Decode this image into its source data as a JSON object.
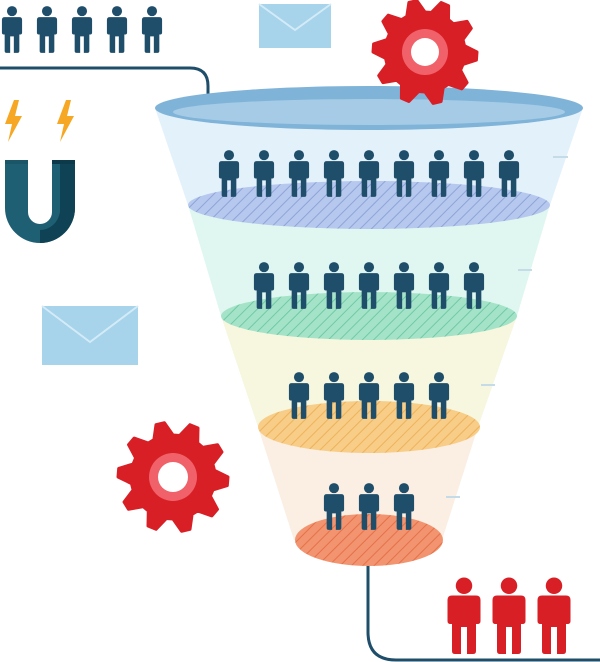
{
  "colors": {
    "background": "#ffffff",
    "person_dark": "#1f4e6b",
    "person_red": "#d81f26",
    "gear_red": "#d81f26",
    "gear_inner": "#f0616a",
    "magnet": "#1f5f74",
    "magnet_shade": "#0f4254",
    "lightning": "#f6a723",
    "envelope": "#a7d3eb",
    "envelope_line": "#d2ebf7",
    "line": "#1f4e6b",
    "funnel_top_rim": "#7fb3d8",
    "band_1": "#e3f1fb",
    "band_2": "#dff7f0",
    "band_3": "#f7f6df",
    "band_4": "#fbeee2",
    "disc_1": "#b7c8ee",
    "disc_2": "#a5e3c9",
    "disc_3": "#f7cd88",
    "disc_4": "#f2946f"
  },
  "icons": {
    "top_people": "person-icon",
    "lightning": "lightning-icon",
    "magnet": "magnet-icon",
    "envelope": "envelope-icon",
    "gear": "gear-icon",
    "funnel": "funnel-icon",
    "output_people": "person-icon"
  },
  "diagram": {
    "input_people_count": 5,
    "stages": [
      {
        "people": 9
      },
      {
        "people": 7
      },
      {
        "people": 5
      },
      {
        "people": 3
      }
    ],
    "output_people_count": 3
  }
}
